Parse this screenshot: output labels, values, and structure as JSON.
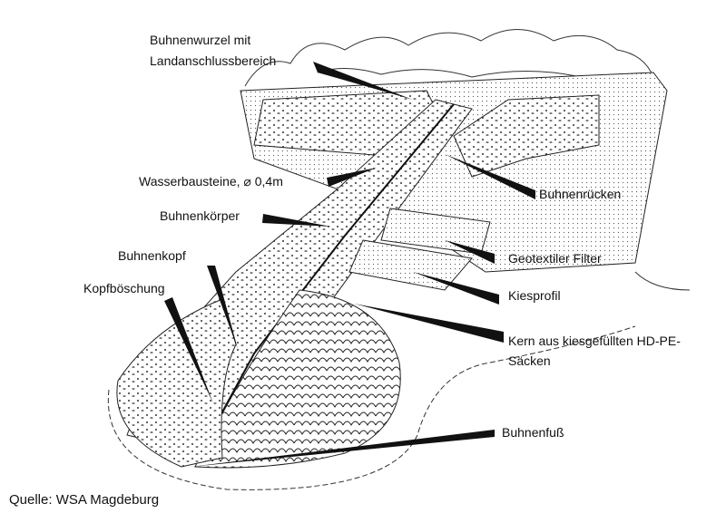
{
  "labels": {
    "wurzel_line1": "Buhnenwurzel mit",
    "wurzel_line2": "Landanschlussbereich",
    "wasserbausteine": "Wasserbausteine, ⌀ 0,4m",
    "koerper": "Buhnenkörper",
    "kopf": "Buhnenkopf",
    "boeschung": "Kopfböschung",
    "ruecken": "Buhnenrücken",
    "filter": "Geotextiler Filter",
    "kiesprofil": "Kiesprofil",
    "kern_line1": "Kern aus kiesgefüllten HD-PE-",
    "kern_line2": "Säcken",
    "fuss": "Buhnenfuß"
  },
  "source": "Quelle: WSA Magdeburg"
}
